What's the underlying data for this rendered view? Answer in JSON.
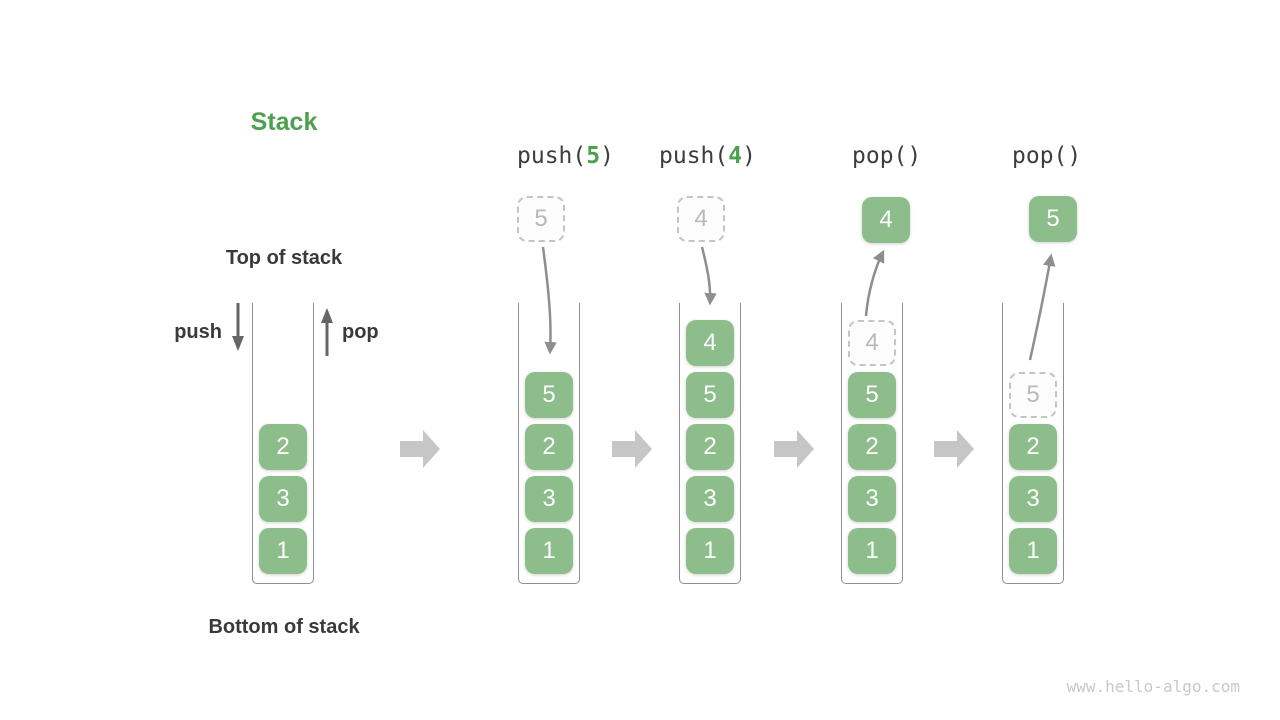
{
  "title": "Stack",
  "top_label": "Top of stack",
  "bottom_label": "Bottom of stack",
  "push_label": "push",
  "pop_label": "pop",
  "watermark": "www.hello-algo.com",
  "colors": {
    "accent_green": "#4ca04e",
    "cell_green": "#8cbd8a",
    "ghost_text": "#b9b9b9",
    "ghost_border": "#c4c4c4",
    "text_dark": "#3a3a3a",
    "wall_gray": "#8f8f8f",
    "arrow_gray": "#8e8e8e",
    "arrow_dark": "#666666",
    "block_arrow_gray": "#c6c6c6",
    "watermark_gray": "#c9c9c9"
  },
  "operations": [
    {
      "fn_prefix": "push(",
      "arg": "5",
      "fn_suffix": ")",
      "ghost_value": "5"
    },
    {
      "fn_prefix": "push(",
      "arg": "4",
      "fn_suffix": ")",
      "ghost_value": "4"
    },
    {
      "fn_label": "pop()",
      "popped_value": "4"
    },
    {
      "fn_label": "pop()",
      "popped_value": "5"
    }
  ],
  "stacks": [
    {
      "cells": [
        "2",
        "3",
        "1"
      ]
    },
    {
      "cells": [
        "5",
        "2",
        "3",
        "1"
      ]
    },
    {
      "cells": [
        "4",
        "5",
        "2",
        "3",
        "1"
      ]
    },
    {
      "ghost_cell": "4",
      "cells": [
        "5",
        "2",
        "3",
        "1"
      ]
    },
    {
      "ghost_cell": "5",
      "cells": [
        "2",
        "3",
        "1"
      ]
    }
  ]
}
